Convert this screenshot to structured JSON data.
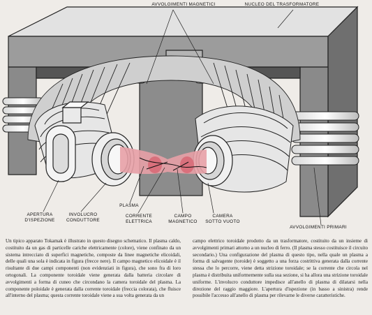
{
  "labels": {
    "avvolgimenti_magnetici": "AVVOLGIMENTI MAGNETICI",
    "nucleo": "NUCLEO DEL TRASFORMATORE",
    "avvolgimenti_primari": "AVVOLGIMENTI PRIMARI",
    "plasma": "PLASMA",
    "apertura_l1": "APERTURA",
    "apertura_l2": "D'ISPEZIONE",
    "involucro_l1": "INVOLUCRO",
    "involucro_l2": "CONDUTTORE",
    "corrente_l1": "CORRENTE",
    "corrente_l2": "ELETTRICA",
    "campo_l1": "CAMPO",
    "campo_l2": "MAGNETICO",
    "camera_l1": "CAMERA",
    "camera_l2": "SOTTO VUOTO"
  },
  "caption": {
    "left": "Un tipico apparato Tokamak è illustrato in questo disegno schematico. Il plasma caldo, costituito da un gas di particelle cariche elettricamente (colore), viene confinato da un sistema intrecciato di superfici magnetiche, composte da linee magnetiche elicoidali, delle quali una sola è indicata in figura (frecce nere). Il campo magnetico elicoidale è il risultante di due campi componenti (non evidenziati in figura), che sono fra di loro ortogonali. La componente toroidale viene generata dalla batteria circolare di avvolgimenti a forma di cuneo che circondano la camera toroidale del plasma. La componente poloidale è generata dalla corrente toroidale (freccia colorata), che fluisce all'interno del plasma; questa corrente toroidale viene a sua volta generata da un",
    "right": "campo elettrico toroidale prodotto da un trasformatore, costituito da un insieme di avvolgimenti primari attorno a un nucleo di ferro. (Il plasma stesso costituisce il circuito secondario.) Una configurazione del plasma di questo tipo, nella quale un plasma a forma di salvagente (toroide) è soggetto a una forza costrittiva generata dalla corrente stessa che lo percorre, viene detta strizione toroidale; se la corrente che circola nel plasma è distribuita uniformemente sulla sua sezione, si ha allora una strizione toroidale uniforme. L'involucro conduttore impedisce all'anello di plasma di dilatarsi nella direzione del raggio maggiore. L'apertura d'ispezione (in basso a sinistra) rende possibile l'accesso all'anello di plasma per rilevarne le diverse caratteristiche."
  }
}
